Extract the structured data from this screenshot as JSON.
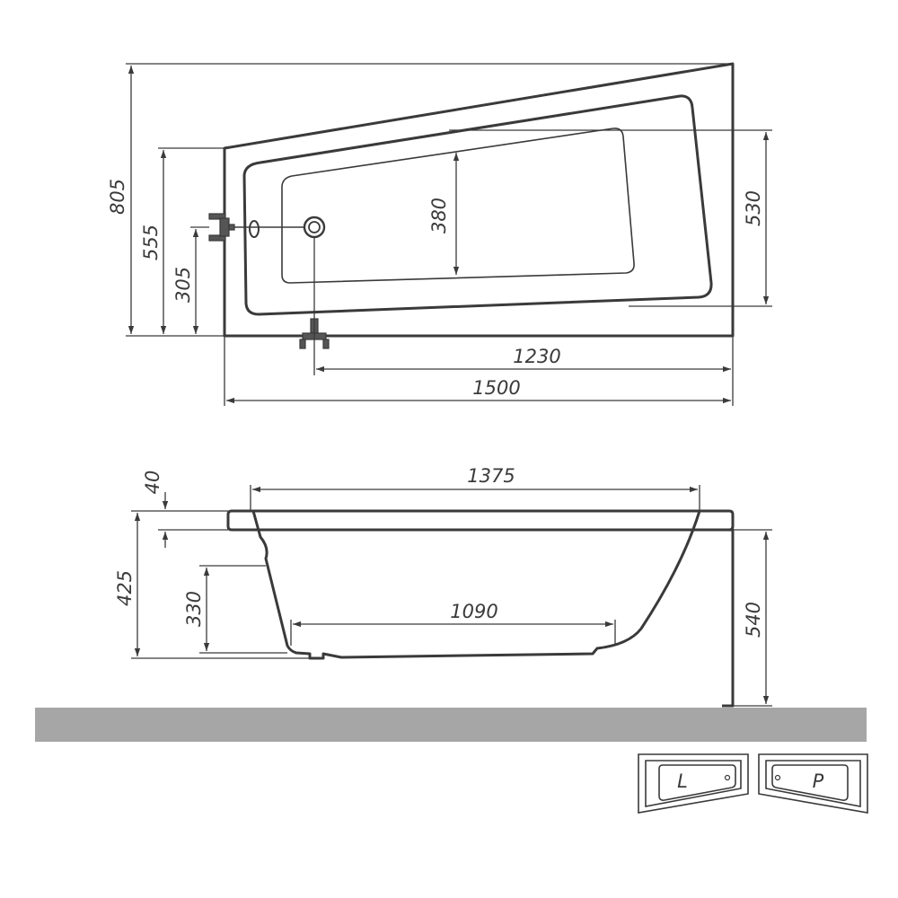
{
  "top_view": {
    "dimensions": {
      "overall_depth": "805",
      "left_side_depth": "555",
      "drain_offset": "305",
      "inner_depth": "380",
      "rim_depth": "530",
      "drain_to_right": "1230",
      "overall_length": "1500"
    }
  },
  "side_view": {
    "dimensions": {
      "rim_thickness": "40",
      "bath_height": "425",
      "overflow_height": "330",
      "top_length": "1375",
      "bottom_length": "1090",
      "panel_height": "540"
    }
  },
  "variants": {
    "left_label": "L",
    "right_label": "P"
  },
  "colors": {
    "line": "#3a3a3a",
    "floor": "#a6a6a6"
  }
}
